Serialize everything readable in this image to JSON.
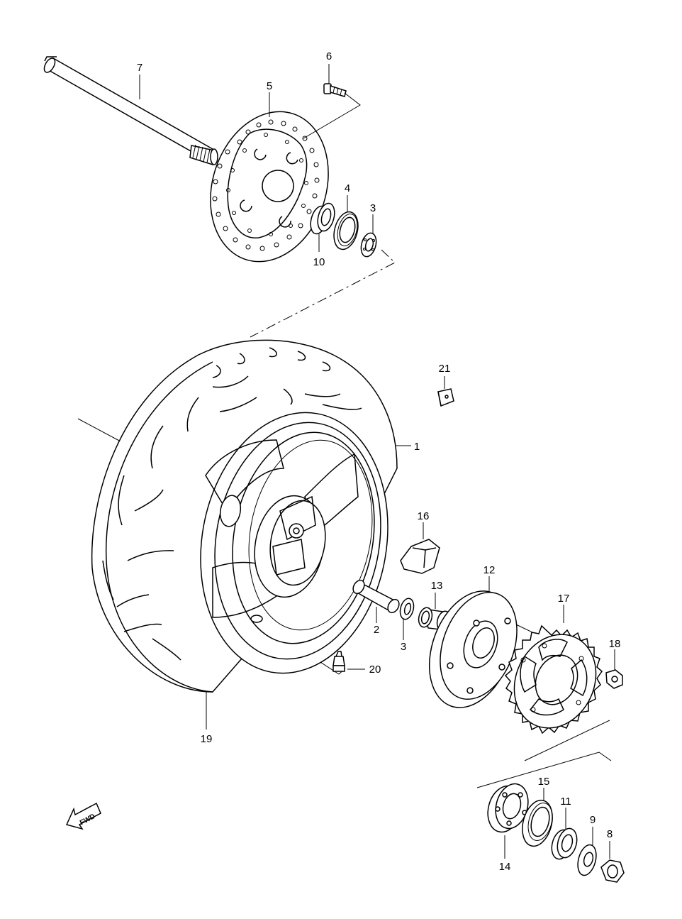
{
  "callouts": [
    {
      "id": "1",
      "text": "1"
    },
    {
      "id": "2",
      "text": "2"
    },
    {
      "id": "3a",
      "text": "3"
    },
    {
      "id": "3b",
      "text": "3"
    },
    {
      "id": "4",
      "text": "4"
    },
    {
      "id": "5",
      "text": "5"
    },
    {
      "id": "6",
      "text": "6"
    },
    {
      "id": "7",
      "text": "7"
    },
    {
      "id": "8",
      "text": "8"
    },
    {
      "id": "9",
      "text": "9"
    },
    {
      "id": "10",
      "text": "10"
    },
    {
      "id": "11",
      "text": "11"
    },
    {
      "id": "12",
      "text": "12"
    },
    {
      "id": "13",
      "text": "13"
    },
    {
      "id": "14",
      "text": "14"
    },
    {
      "id": "15",
      "text": "15"
    },
    {
      "id": "16",
      "text": "16"
    },
    {
      "id": "17",
      "text": "17"
    },
    {
      "id": "18",
      "text": "18"
    },
    {
      "id": "19",
      "text": "19"
    },
    {
      "id": "20",
      "text": "20"
    },
    {
      "id": "21",
      "text": "21"
    }
  ],
  "fwd_arrow": {
    "text": "FWD",
    "icon": "fwd-arrow-icon"
  }
}
